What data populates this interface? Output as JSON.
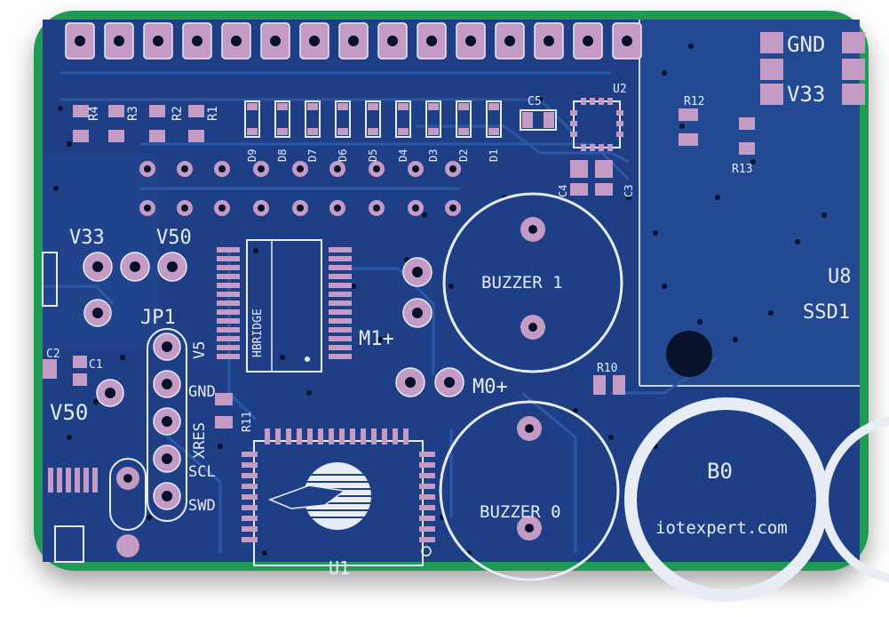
{
  "board": {
    "colors": {
      "frame": "#1f9a55",
      "substrate": "#1e3f86",
      "copper_pour": "#234890",
      "trace": "#2b55a3",
      "pad": "#c39bc5",
      "silkscreen": "#e8ecf5",
      "hole": "#071024"
    },
    "labels": {
      "r4": "R4",
      "r3": "R3",
      "r2": "R2",
      "r1": "R1",
      "d9": "D9",
      "d8": "D8",
      "d7": "D7",
      "d6": "D6",
      "d5": "D5",
      "d4": "D4",
      "d3": "D3",
      "d2": "D2",
      "d1": "D1",
      "c5": "C5",
      "u2": "U2",
      "c4": "C4",
      "c3": "C3",
      "r12": "R12",
      "r13": "R13",
      "gnd_top": "GND",
      "v33_top": "V33",
      "v33": "V33",
      "v50": "V50",
      "jp1": "JP1",
      "hbridge": "HBRIDGE",
      "m1": "M1+",
      "m0": "M0+",
      "buzzer1": "BUZZER 1",
      "buzzer0": "BUZZER 0",
      "r10": "R10",
      "r11": "R11",
      "c2": "C2",
      "c1": "C1",
      "v50_bottom": "V50",
      "v5": "V5",
      "gnd": "GND",
      "xres": "XRES",
      "scl": "SCL",
      "swd": "SWD",
      "u8": "U8",
      "ssd": "SSD1",
      "b0": "B0",
      "website": "iotexpert.com",
      "u1": "U1"
    }
  }
}
